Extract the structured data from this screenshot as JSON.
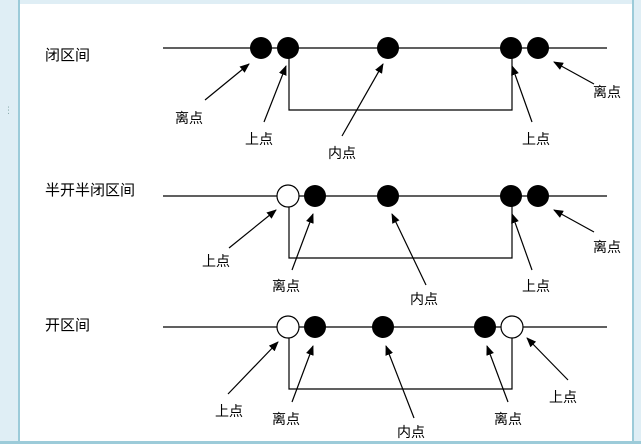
{
  "sections": [
    {
      "title": "闭区间",
      "labels": {
        "a": "离点",
        "b": "上点",
        "c": "内点",
        "d": "上点",
        "e": "离点"
      }
    },
    {
      "title": "半开半闭区间",
      "labels": {
        "a": "上点",
        "b": "离点",
        "c": "内点",
        "d": "上点",
        "e": "离点"
      }
    },
    {
      "title": "开区间",
      "labels": {
        "a": "上点",
        "b": "离点",
        "c": "内点",
        "d": "离点",
        "e": "上点"
      }
    }
  ],
  "colors": {
    "filled": "#000000",
    "open": "#ffffff",
    "line": "#000000",
    "frame": "#9ccbd9"
  }
}
